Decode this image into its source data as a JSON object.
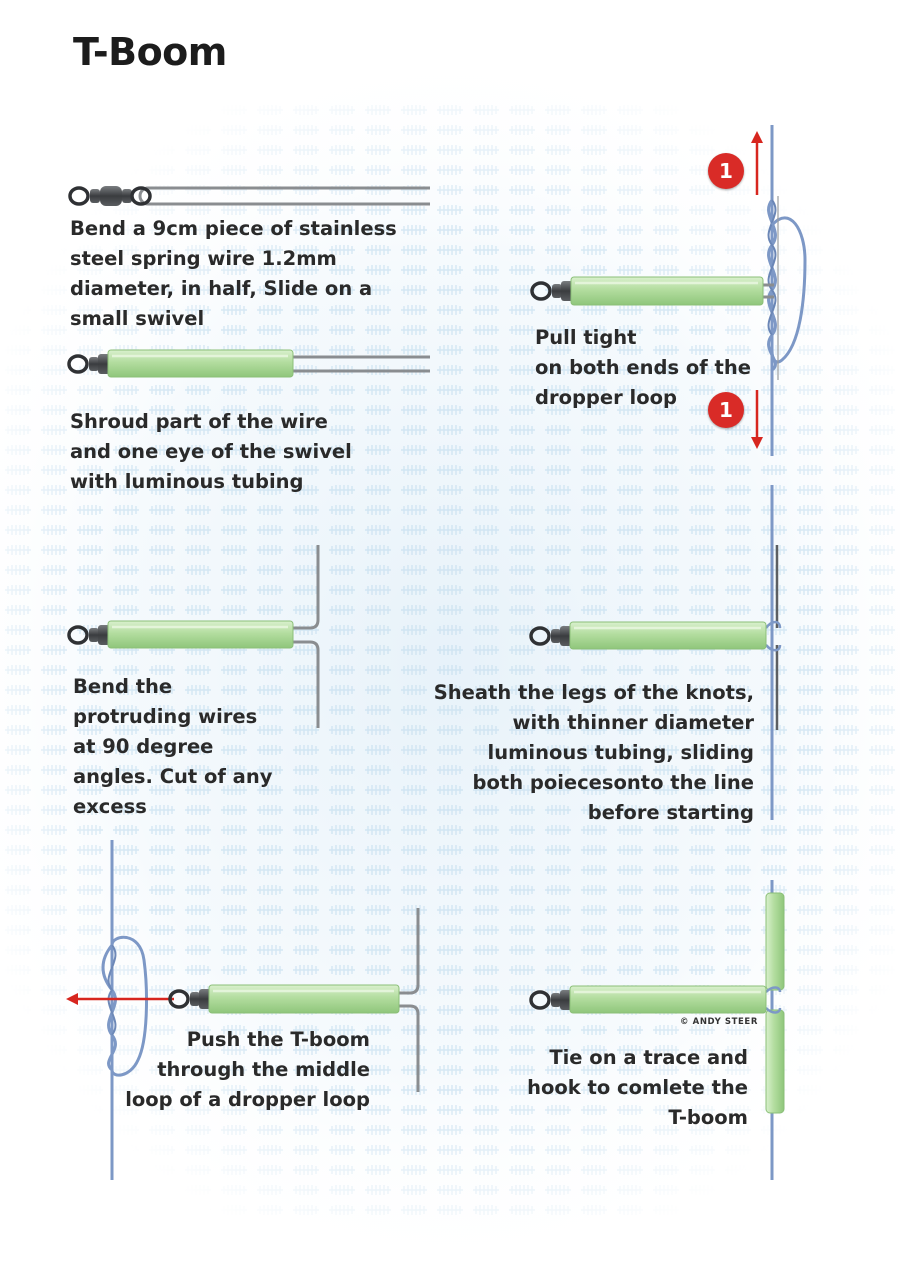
{
  "title": "T-Boom",
  "steps": [
    {
      "lines": [
        "Bend a 9cm piece of stainless",
        "steel spring wire 1.2mm",
        "diameter, in half, Slide on a",
        "small swivel"
      ]
    },
    {
      "lines": [
        "Shroud part of the wire",
        "and one eye of the swivel",
        "with luminous tubing"
      ]
    },
    {
      "lines": [
        "Bend the",
        "protruding wires",
        "at 90 degree",
        "angles. Cut of any",
        "excess"
      ]
    },
    {
      "lines": [
        "Push the T-boom",
        "through the middle",
        "loop of a dropper loop"
      ]
    },
    {
      "lines": [
        "Pull tight",
        "on both ends  of the",
        "dropper loop"
      ]
    },
    {
      "lines": [
        "Sheath the legs of the knots,",
        "with thinner diameter",
        "luminous tubing, sliding",
        "both poiecesonto the line",
        "before starting"
      ]
    },
    {
      "lines": [
        "Tie on a trace and",
        "hook to comlete the",
        "T-boom"
      ]
    }
  ],
  "badge_label": "1",
  "credit": "© ANDY STEER",
  "colors": {
    "tube": "#b6dfa5",
    "line": "#7d98c6",
    "wire": "#808587",
    "arrow": "#d7261f",
    "pattern": "#cfe4f2"
  },
  "icons": [
    "swivel-icon",
    "luminous-tube-icon",
    "wire-icon",
    "fishing-line-icon",
    "dropper-loop-icon",
    "arrow-icon"
  ]
}
